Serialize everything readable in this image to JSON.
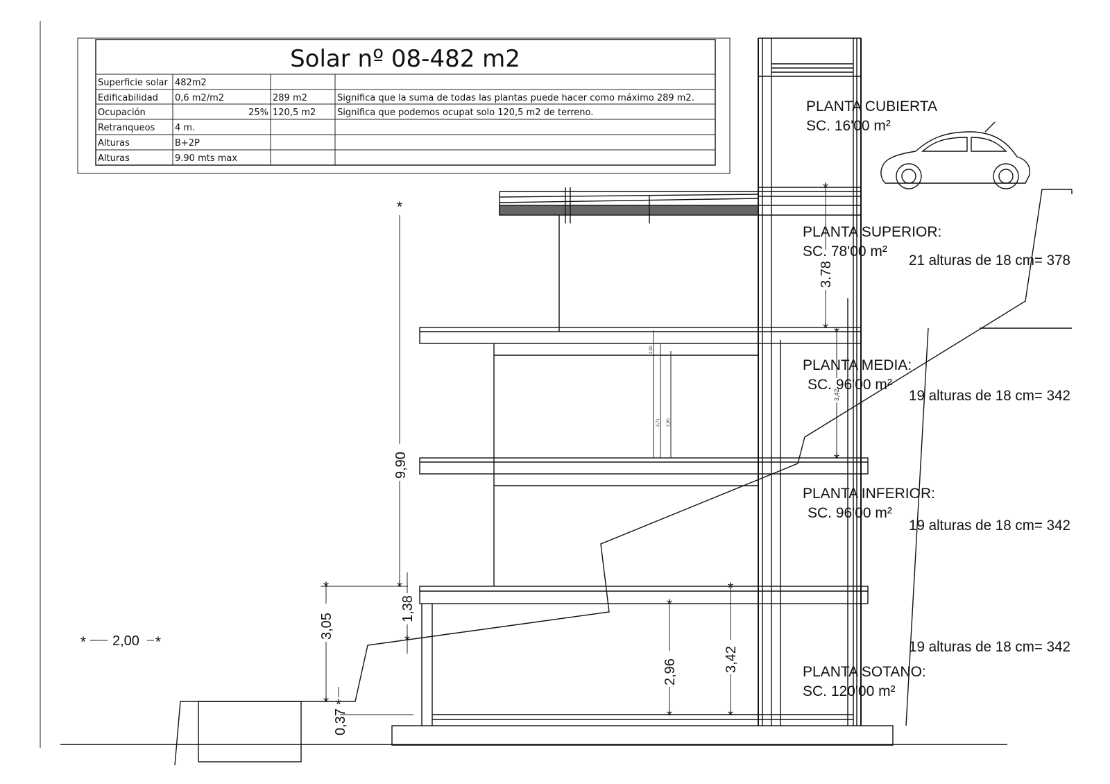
{
  "table": {
    "title": "Solar nº 08-482 m2",
    "rows": [
      [
        "Superficie solar",
        "482m2",
        "",
        "",
        ""
      ],
      [
        "Edificabilidad",
        "0,6 m2/m2",
        "",
        "289 m2",
        "Significa que la suma de todas las plantas puede hacer como máximo 289 m2."
      ],
      [
        "Ocupación",
        "",
        "25%",
        "120,5 m2",
        "Significa que podemos ocupat solo 120,5 m2 de terreno."
      ],
      [
        "Retranqueos",
        "4 m.",
        "",
        "",
        ""
      ],
      [
        "Alturas",
        "B+2P",
        "",
        "",
        ""
      ],
      [
        "Alturas",
        "9.90 mts max",
        "",
        "",
        ""
      ]
    ]
  },
  "floors": {
    "cubierta": {
      "name": "PLANTA CUBIERTA",
      "area": "SC. 16'00 m²"
    },
    "superior": {
      "name": "PLANTA SUPERIOR:",
      "area": "SC. 78'00 m²",
      "stairs": "21 alturas de 18 cm= 378"
    },
    "media": {
      "name": "PLANTA MEDIA:",
      "area": "SC. 96'00 m²",
      "stairs": "19 alturas de 18 cm= 342"
    },
    "inferior": {
      "name": "PLANTA INFERIOR:",
      "area": "SC. 96'00 m²",
      "stairs": "19 alturas de 18 cm= 342"
    },
    "sotano": {
      "name": "PLANTA SOTANO:",
      "area": "SC. 120'00 m²",
      "stairs": "19 alturas de 18 cm= 342"
    }
  },
  "dimensions": {
    "total_height": "9,90",
    "d_305": "3,05",
    "d_138": "1,38",
    "d_037": "0,37",
    "d_296": "2,96",
    "d_342": "3,42",
    "d_378": "3.78",
    "d_342_small": "3,42",
    "d_200": "2,00",
    "tiny_a": "2,90",
    "tiny_b": "2,71",
    "tiny_c": "2,90"
  }
}
